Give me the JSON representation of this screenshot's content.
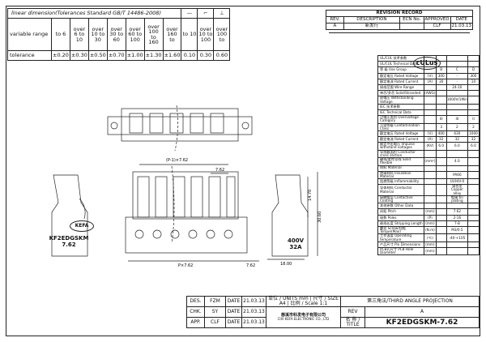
{
  "tolerance": {
    "title": "linear dimension(Tolerances Standard GB/T 14486-2008)",
    "symbols": [
      "—",
      "⌐",
      "⊥"
    ],
    "range_label": "variable range",
    "row_label": "tolerance",
    "ranges": [
      "to 6",
      "over 6 to 10",
      "over 10 to 30",
      "over 30 to 60",
      "over 60 to 100",
      "over 100 to 160",
      "over 160 to",
      "to 10",
      "over 10 to 100",
      "over 100 to"
    ],
    "values": [
      "±0.20",
      "±0.30",
      "±0.50",
      "±0.70",
      "±1.00",
      "±1.30",
      "±1.60",
      "0.10",
      "0.30",
      "0.60"
    ]
  },
  "revision": {
    "title": "REVISION RECORD",
    "headers": [
      "REV.",
      "DESCRIPTION",
      "ECN No.",
      "APPROVED",
      "DATE"
    ],
    "rows": [
      [
        "A",
        "新发行",
        "",
        "CLF",
        "21.03.13"
      ]
    ]
  },
  "tech": {
    "rows": [
      [
        "UL/CUL 技术参数",
        "",
        "",
        "",
        ""
      ],
      [
        "UL/CUL Technical Data",
        "",
        "",
        "",
        ""
      ],
      [
        "等  级  Use Group",
        "",
        "B",
        "C",
        "D"
      ],
      [
        "额定电压 Rated Voltage",
        "(V)",
        "300",
        "-",
        "300"
      ],
      [
        "额定电流 Rated Current",
        "(A)",
        "30",
        "-",
        "10"
      ],
      [
        "接线范围 Wire Range",
        "",
        "",
        "24-10",
        ""
      ],
      [
        "单芯/多芯 Solid/Stranded",
        "(AWG)",
        "",
        "",
        ""
      ],
      [
        "耐电压 Withstanding Voltage",
        "",
        "",
        "1600V/1Min",
        ""
      ],
      [
        "IEC 技术参数",
        "",
        "",
        "",
        ""
      ],
      [
        "IEC Technical Data",
        "",
        "",
        "",
        ""
      ],
      [
        "过电压类别 Overvoltage Category",
        "",
        "III",
        "III",
        "II"
      ],
      [
        "污染等级 Contamination Class",
        "",
        "3",
        "2",
        "2"
      ],
      [
        "额定电压 Rated Voltage",
        "(V)",
        "400",
        "630",
        "1000"
      ],
      [
        "额定电流 Rated Current",
        "(A)",
        "32",
        "32",
        "32"
      ],
      [
        "额定冲击电压 Impulse withstand voltages",
        "(KV)",
        "6.0",
        "6.0",
        "6.0"
      ],
      [
        "导线截面积 Conductor cross section",
        "",
        "",
        "",
        ""
      ],
      [
        "硬线/柔性导线 Solid flexible",
        "(mm²)",
        "",
        "4.0",
        ""
      ],
      [
        "材料 Material",
        "",
        "",
        "",
        ""
      ],
      [
        "绝缘材料 Insulation Material",
        "",
        "",
        "PA66",
        ""
      ],
      [
        "阻燃等级 Inflammability",
        "",
        "",
        "UL94V-0",
        ""
      ],
      [
        "导体材料 Conductor Material",
        "",
        "",
        "铜合金 Copper alloy",
        ""
      ],
      [
        "接触镀层 Contactive Coating",
        "",
        "",
        "镀锡 tin plating",
        ""
      ],
      [
        "其他参数 Other Data",
        "",
        "",
        "",
        ""
      ],
      [
        "间距 Pitch",
        "(mm)",
        "",
        "7.62",
        ""
      ],
      [
        "极数 Poles",
        "(P)",
        "",
        "2-16",
        ""
      ],
      [
        "剥线长度 Stripping Length",
        "(mm)",
        "",
        "7-8",
        ""
      ],
      [
        "螺丝 Screw/扭矩 Torque(Max)",
        "(N.m)",
        "",
        "M3/0.5",
        ""
      ],
      [
        "工作温度 Operating temperature",
        "(℃)",
        "",
        "-40-+105",
        ""
      ],
      [
        "产品尺寸 Pin Dimensions",
        "(mm)",
        "",
        "",
        ""
      ],
      [
        "PCB孔尺寸 PCB Hole Diameter",
        "(mm)",
        "",
        "",
        ""
      ]
    ]
  },
  "drawing": {
    "dim_pitch_total": "(P-1)×7.62",
    "dim_pitch": "7.62",
    "dim_total": "P×7.62",
    "dim_right": "7.62",
    "dim_depth": "18.00",
    "dim_h1": "14.70",
    "dim_h2": "30.60",
    "model_stamp": "KF2EDGSKM",
    "pitch_stamp": "7.62",
    "rating_stamp": "400V\n32A",
    "logo": "KEFA"
  },
  "titleblock": {
    "rows": [
      [
        "DES.",
        "FZM",
        "DATE",
        "21.03.13"
      ],
      [
        "CHK.",
        "SY",
        "DATE",
        "21.03.13"
      ],
      [
        "APP.",
        "CLF",
        "DATE",
        "21.03.13"
      ]
    ],
    "unit_label": "单位 / UNITS",
    "unit": "mm",
    "size_label": "尺寸 / SIZE",
    "size": "A4",
    "scale_label": "比例 / Scale",
    "scale": "1:1",
    "company_cn": "慈溪市科发电子有限公司",
    "company_en": "CIXI KEFA ELECTRONIC CO., LTD",
    "projection": "第三角法/THIRD ANGLE PROJECTION",
    "rev_label": "REV",
    "rev": "A",
    "name_label": "名 称 / TITLE",
    "part_no": "KF2EDGSKM-7.62"
  }
}
